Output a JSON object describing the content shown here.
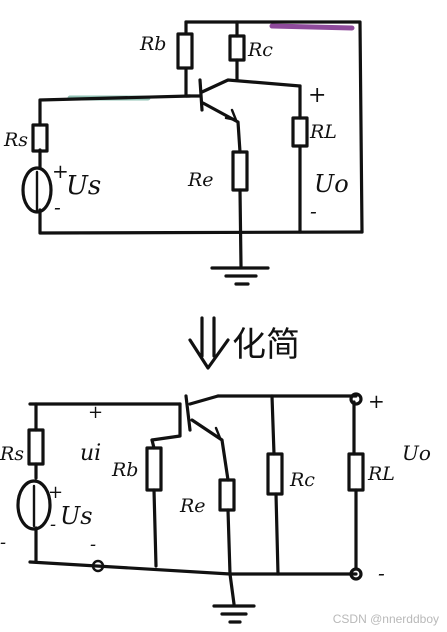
{
  "top_diagram": {
    "labels": {
      "rb": "Rb",
      "rc": "Rc",
      "rs": "Rs",
      "us": "Us",
      "re": "Re",
      "rl": "RL",
      "uo": "Uo",
      "plus": "+",
      "minus": "-"
    },
    "highlight_colors": {
      "base_wire": "#7fb8a8",
      "top_wire": "#7a2a8a"
    }
  },
  "arrow_caption": "化简",
  "bottom_diagram": {
    "labels": {
      "rs": "Rs",
      "ui": "ui",
      "us": "Us",
      "rb": "Rb",
      "re": "Re",
      "rc": "Rc",
      "rl": "RL",
      "uo": "Uo",
      "plus": "+",
      "minus": "-"
    }
  },
  "watermark": "CSDN @nnerddboy"
}
